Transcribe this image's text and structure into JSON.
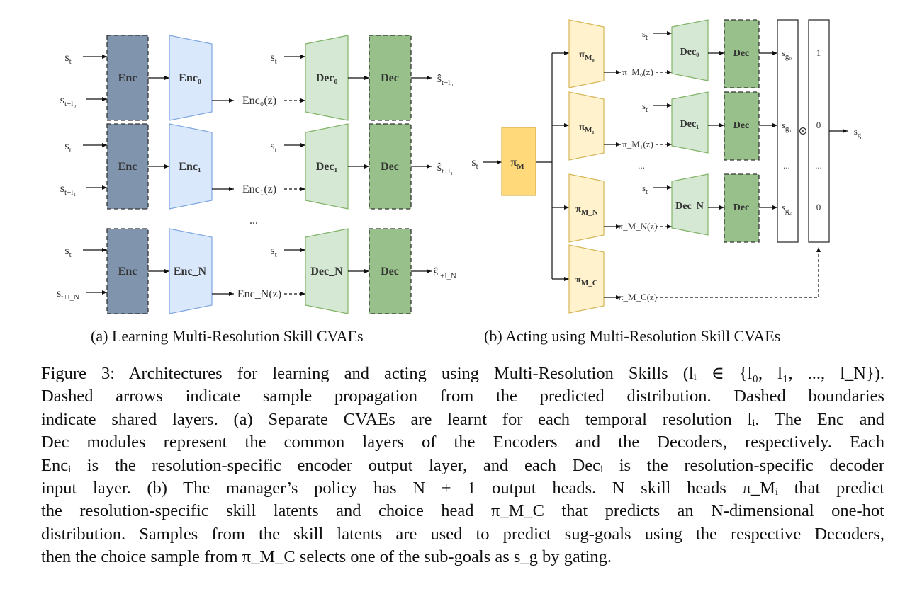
{
  "subcaptions": {
    "a": "(a) Learning Multi-Resolution Skill CVAEs",
    "b": "(b) Acting using Multi-Resolution Skill CVAEs"
  },
  "panel_a": {
    "rows": [
      {
        "in_state": "s",
        "in_state_sub": "t",
        "in_next": "s",
        "in_next_sub": "t+l₀",
        "enc": "Enc",
        "enc_i": "Enc₀",
        "latent": "Enc₀(z)",
        "dec_state": "s",
        "dec_state_sub": "t",
        "dec_i": "Dec₀",
        "dec": "Dec",
        "out": "ŝ",
        "out_sub": "t+l₀"
      },
      {
        "in_state": "s",
        "in_state_sub": "t",
        "in_next": "s",
        "in_next_sub": "t+l₁",
        "enc": "Enc",
        "enc_i": "Enc₁",
        "latent": "Enc₁(z)",
        "dec_state": "s",
        "dec_state_sub": "t",
        "dec_i": "Dec₁",
        "dec": "Dec",
        "out": "ŝ",
        "out_sub": "t+l₁"
      },
      {
        "in_state": "s",
        "in_state_sub": "t",
        "in_next": "s",
        "in_next_sub": "t+l_N",
        "enc": "Enc",
        "enc_i": "Enc_N",
        "latent": "Enc_N(z)",
        "dec_state": "s",
        "dec_state_sub": "t",
        "dec_i": "Dec_N",
        "dec": "Dec",
        "out": "ŝ",
        "out_sub": "t+l_N"
      }
    ],
    "ellipsis": "..."
  },
  "panel_b": {
    "input": "s",
    "input_sub": "t",
    "manager": "π",
    "manager_sub": "M",
    "heads": [
      {
        "pi": "π",
        "sub": "M₀",
        "latent": "π_M₀(z)",
        "state": "s",
        "state_sub": "t",
        "dec_i": "Dec₀",
        "dec": "Dec",
        "goal": "s",
        "goal_sub": "g₀",
        "gate": "1"
      },
      {
        "pi": "π",
        "sub": "M₁",
        "latent": "π_M₁(z)",
        "state": "s",
        "state_sub": "t",
        "dec_i": "Dec₁",
        "dec": "Dec",
        "goal": "s",
        "goal_sub": "g₁",
        "gate": "0"
      },
      {
        "pi": "π",
        "sub": "M_N",
        "latent": "π_M_N(z)",
        "state": "s",
        "state_sub": "t",
        "dec_i": "Dec_N",
        "dec": "Dec",
        "goal": "s",
        "goal_sub": "g₂",
        "gate": "0"
      }
    ],
    "choice_head": {
      "pi": "π",
      "sub": "M_C",
      "latent": "π_M_C(z)"
    },
    "ellipsis": "...",
    "gating_op": "⊙",
    "output": "s",
    "output_sub": "g"
  },
  "caption_lines": [
    "Figure 3: Architectures for learning and acting using Multi-Resolution Skills (lᵢ ∈ {l₀, l₁, ..., l_N}).",
    "Dashed arrows indicate sample propagation from the predicted distribution. Dashed boundaries",
    "indicate shared layers. (a) Separate CVAEs are learnt for each temporal resolution lᵢ. The Enc and",
    "Dec modules represent the common layers of the Encoders and the Decoders, respectively. Each",
    "Encᵢ is the resolution-specific encoder output layer, and each Decᵢ is the resolution-specific decoder",
    "input layer. (b) The manager’s policy has N + 1 output heads. N skill heads π_Mᵢ that predict",
    "the resolution-specific skill latents and choice head π_M_C that predicts an N-dimensional one-hot",
    "distribution. Samples from the skill latents are used to predict sug-goals using the respective Decoders,",
    "then the choice sample from π_M_C selects one of the sub-goals as s_g by gating."
  ],
  "colors": {
    "enc_shared": "#8094ad",
    "enc_specific": "#dae8fc",
    "dec_specific": "#d5e8d4",
    "dec_shared": "#97c08a",
    "manager": "#ffd97a",
    "head": "#fff2cc"
  }
}
